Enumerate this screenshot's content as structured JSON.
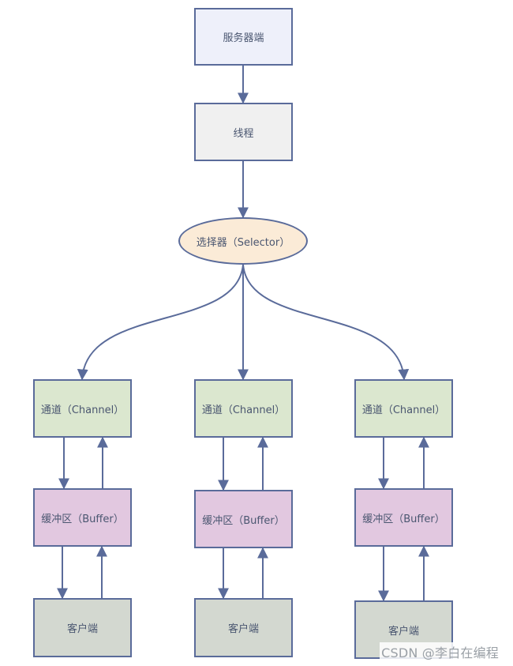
{
  "nodes": {
    "server": "服务器端",
    "thread": "线程",
    "selector": "选择器（Selector）",
    "channel": "通道（Channel）",
    "buffer": "缓冲区（Buffer）",
    "client": "客户端"
  },
  "watermark": "CSDN @李白在编程",
  "colors": {
    "border": "#5a6b9a",
    "server": "#eef0fa",
    "thread": "#f0f0f0",
    "selector": "#fbebd7",
    "channel": "#dbe7cf",
    "buffer": "#e2c8e0",
    "client": "#d3d8d0"
  }
}
